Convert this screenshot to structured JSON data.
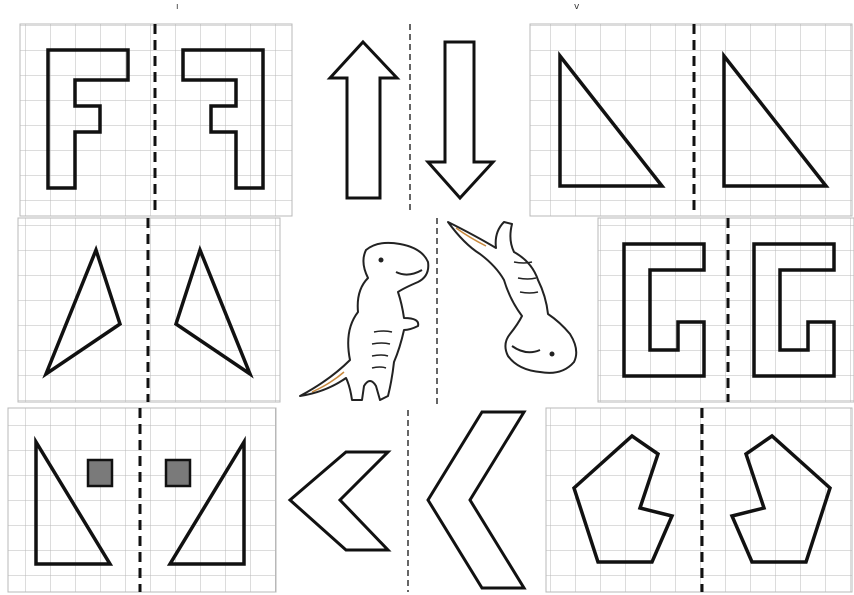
{
  "sheet": {
    "top_labels": [
      "ı",
      "v"
    ]
  },
  "panels": [
    {
      "id": "letter-f",
      "description_icon": "letter-f-shape-icon"
    },
    {
      "id": "right-triangle",
      "description_icon": "right-triangle-icon"
    },
    {
      "id": "thin-triangle",
      "description_icon": "thin-triangle-icon"
    },
    {
      "id": "letter-g",
      "description_icon": "letter-g-shape-icon"
    },
    {
      "id": "triangle-square",
      "description_icon": "triangle-with-square-icon"
    },
    {
      "id": "hexagon",
      "description_icon": "concave-hexagon-icon"
    }
  ],
  "center_icons": [
    "arrow-up-icon",
    "arrow-down-icon",
    "dinosaur-icon",
    "dinosaur-rotated-icon",
    "chevron-left-icon",
    "chevron-rotated-icon"
  ],
  "colors": {
    "grid": "#b8b8b8",
    "outline": "#111111",
    "square_fill": "#7a7a7a"
  }
}
